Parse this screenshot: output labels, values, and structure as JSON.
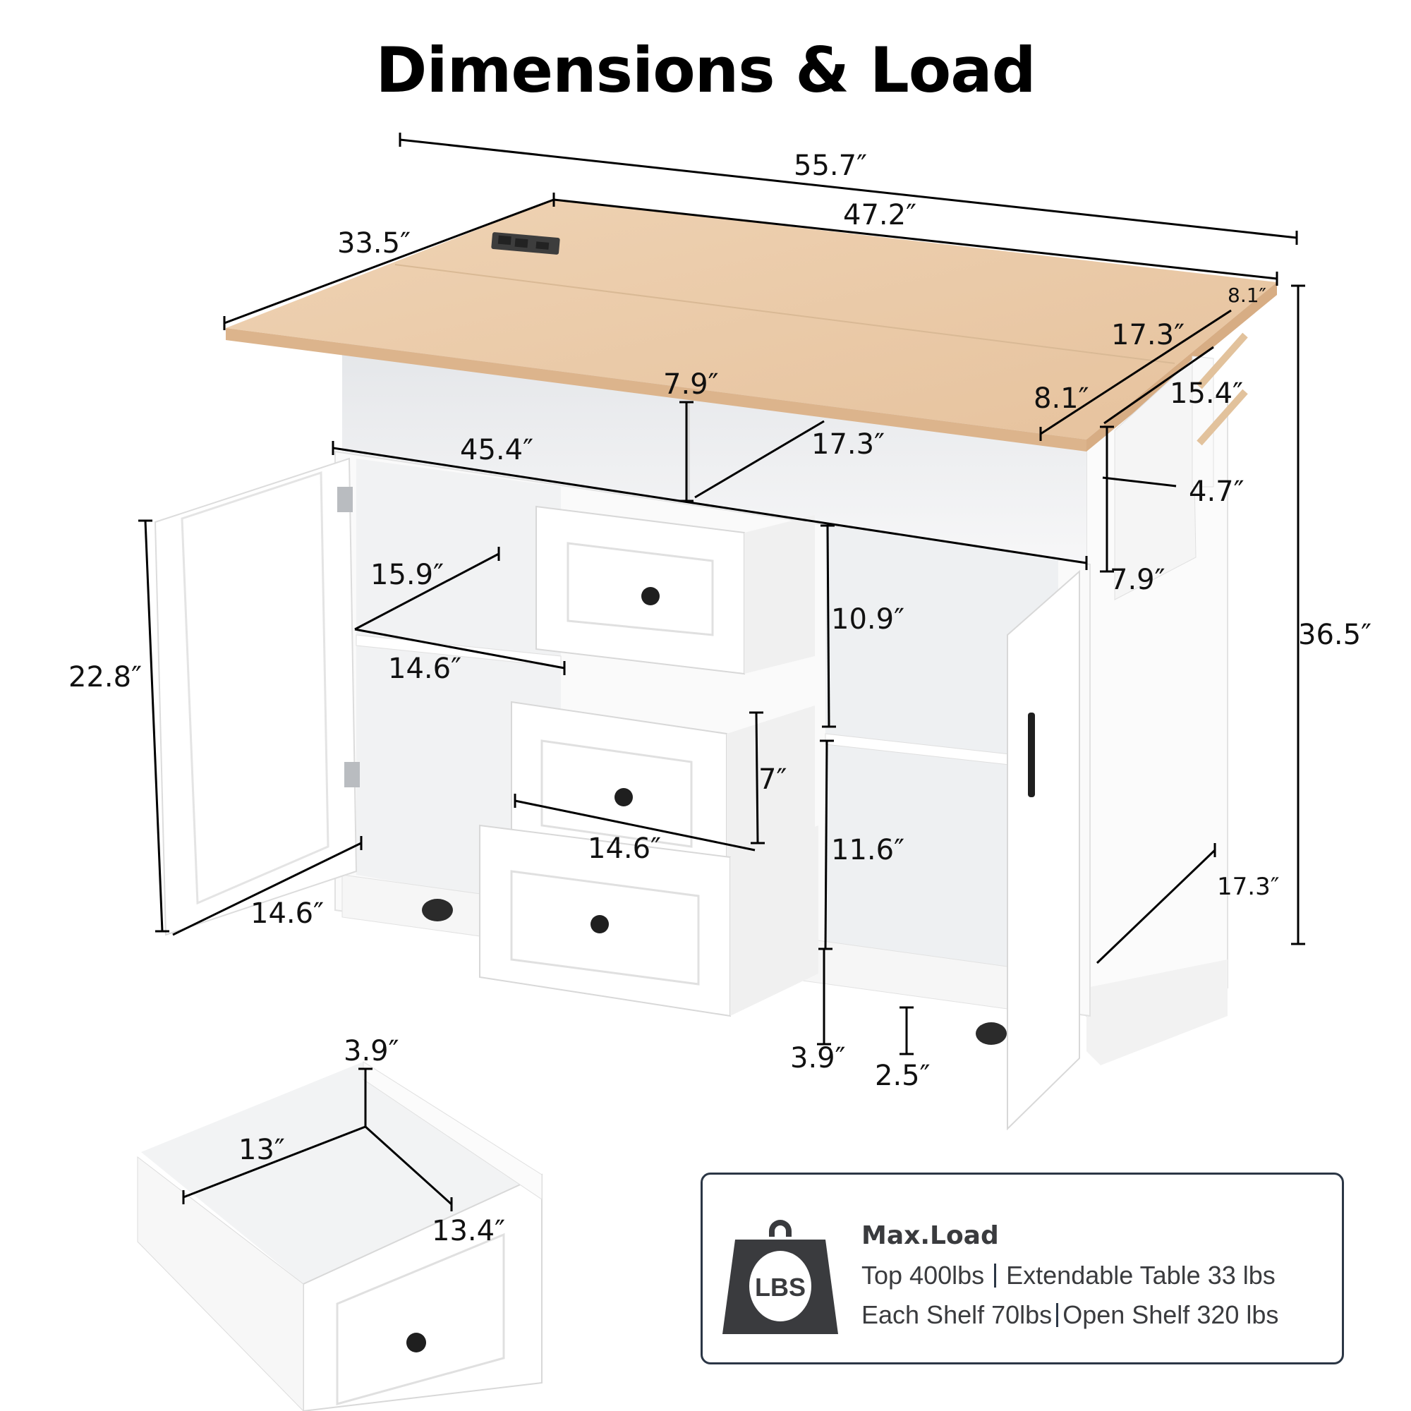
{
  "title": "Dimensions & Load",
  "colors": {
    "wood_top": "#e9c9a6",
    "wood_edge": "#dcb48c",
    "cabinet_white": "#ffffff",
    "cabinet_shade": "#eceef0",
    "dimension_line": "#000000",
    "icon_dark": "#3a3b3e",
    "box_border": "#2b3645"
  },
  "dimensions": {
    "overall_width": "55.7″",
    "top_width": "47.2″",
    "top_depth": "33.5″",
    "flap_depth_right": "8.1″",
    "top_side_depth": "17.3″",
    "flap_depth_left": "8.1″",
    "spice_rack_length": "15.4″",
    "spice_rack_depth": "4.7″",
    "spice_rack_height": "7.9″",
    "overall_height": "36.5″",
    "open_shelf_height": "7.9″",
    "open_shelf_depth": "17.3″",
    "open_shelf_width": "45.4″",
    "left_shelf_depth": "15.9″",
    "left_shelf_width": "14.6″",
    "door_height": "22.8″",
    "door_width": "14.6″",
    "right_upper_height": "10.9″",
    "drawer_height": "7″",
    "drawer_width": "14.6″",
    "right_lower_height": "11.6″",
    "base_height": "3.9″",
    "caster_height": "2.5″",
    "side_depth": "17.3″"
  },
  "drawer_detail": {
    "inner_height": "3.9″",
    "inner_width": "13″",
    "inner_depth": "13.4″"
  },
  "max_load": {
    "icon_label": "LBS",
    "title": "Max.Load",
    "line1": [
      "Top 400lbs",
      "Extendable Table 33 lbs"
    ],
    "line2": [
      "Each Shelf 70lbs",
      "Open Shelf 320 lbs"
    ]
  }
}
